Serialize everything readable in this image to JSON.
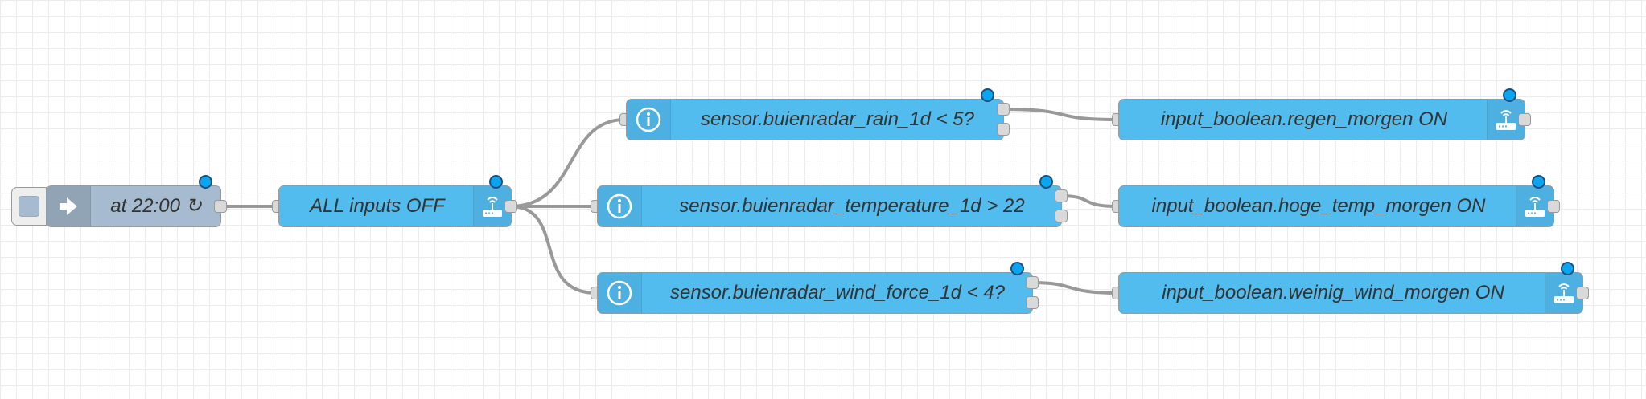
{
  "flow": {
    "nodes": {
      "inject": {
        "label": "at 22:00 ↻",
        "icon": "arrow-in-icon"
      },
      "all_off": {
        "label": "ALL inputs OFF",
        "icon": "router-icon"
      },
      "rain": {
        "label": "sensor.buienradar_rain_1d < 5?",
        "icon": "info-icon"
      },
      "temperature": {
        "label": "sensor.buienradar_temperature_1d > 22",
        "icon": "info-icon"
      },
      "wind": {
        "label": "sensor.buienradar_wind_force_1d < 4?",
        "icon": "info-icon"
      },
      "regen": {
        "label": "input_boolean.regen_morgen ON",
        "icon": "router-icon"
      },
      "hoge_temp": {
        "label": "input_boolean.hoge_temp_morgen ON",
        "icon": "router-icon"
      },
      "weinig_wind": {
        "label": "input_boolean.weinig_wind_morgen ON",
        "icon": "router-icon"
      }
    }
  },
  "colors": {
    "ha_node": "#53bcee",
    "inject_node": "#a6bbcf",
    "status_dot": "#0aa5f0",
    "wire": "#999999",
    "port": "#d9d9d9"
  }
}
